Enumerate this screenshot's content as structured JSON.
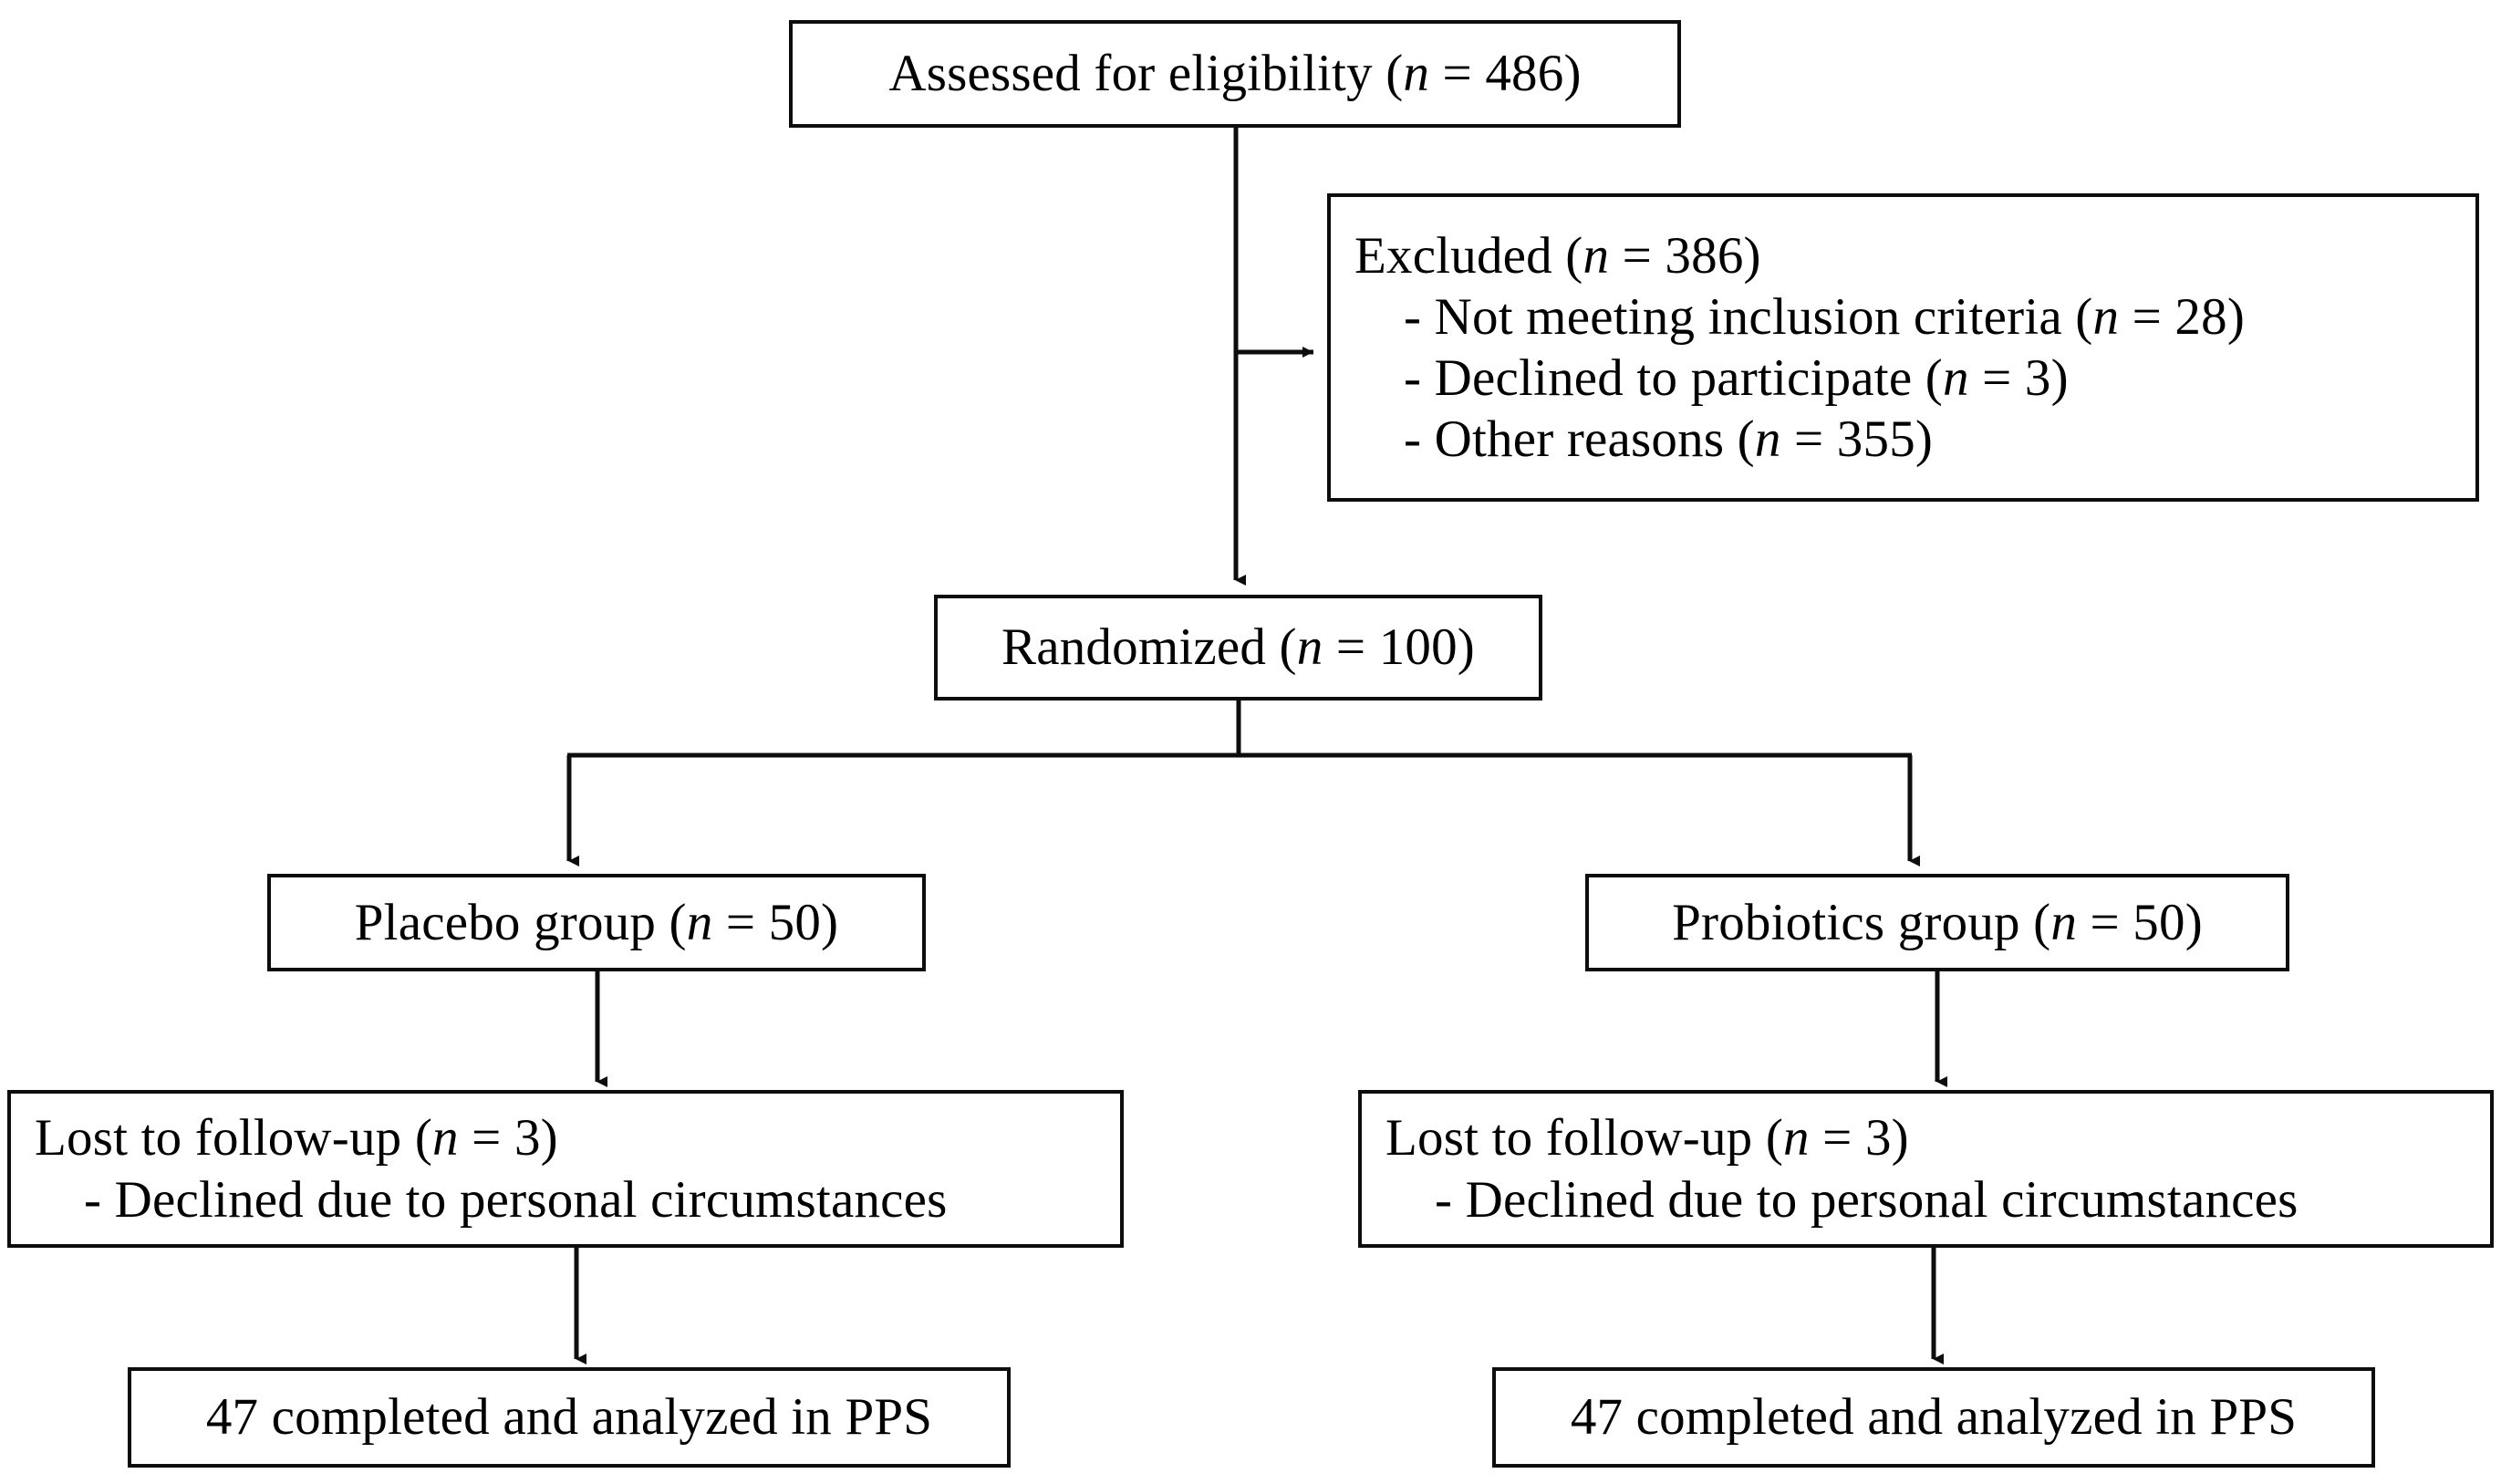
{
  "diagram": {
    "type": "consort-flow-diagram",
    "title": "CONSORT participant flow diagram",
    "colors": {
      "background": "#ffffff",
      "stroke": "#0d0d0d",
      "text": "#000000"
    },
    "nodes": {
      "assessed": {
        "id": "assessed-for-eligibility",
        "lines": [
          {
            "pre": "Assessed for eligibility (",
            "italic": "n",
            "post": " = 486)"
          }
        ],
        "plain_text": "Assessed for eligibility (n = 486)",
        "n": 486
      },
      "excluded": {
        "id": "excluded",
        "lines": [
          {
            "pre": "Excluded (",
            "italic": "n",
            "post": " = 386)",
            "indent": false
          },
          {
            "pre": "- Not meeting inclusion criteria (",
            "italic": "n",
            "post": " = 28)",
            "indent": true
          },
          {
            "pre": "- Declined to participate (",
            "italic": "n",
            "post": " = 3)",
            "indent": true
          },
          {
            "pre": "- Other reasons (",
            "italic": "n",
            "post": " = 355)",
            "indent": true
          }
        ],
        "plain_text": "Excluded (n = 386) - Not meeting inclusion criteria (n = 28) - Declined to participate (n = 3) - Other reasons (n = 355)",
        "n": 386,
        "reasons": [
          {
            "label": "Not meeting inclusion criteria",
            "n": 28
          },
          {
            "label": "Declined to participate",
            "n": 3
          },
          {
            "label": "Other reasons",
            "n": 355
          }
        ]
      },
      "randomized": {
        "id": "randomized",
        "lines": [
          {
            "pre": "Randomized (",
            "italic": "n",
            "post": " = 100)"
          }
        ],
        "plain_text": "Randomized (n = 100)",
        "n": 100
      },
      "placebo_group": {
        "id": "placebo-group",
        "lines": [
          {
            "pre": "Placebo group (",
            "italic": "n",
            "post": " = 50)"
          }
        ],
        "plain_text": "Placebo group (n = 50)",
        "n": 50
      },
      "probiotics_group": {
        "id": "probiotics-group",
        "lines": [
          {
            "pre": "Probiotics group (",
            "italic": "n",
            "post": " = 50)"
          }
        ],
        "plain_text": "Probiotics group (n = 50)",
        "n": 50
      },
      "placebo_lost": {
        "id": "placebo-lost-to-follow-up",
        "lines": [
          {
            "pre": "Lost to follow-up (",
            "italic": "n",
            "post": " = 3)",
            "indent": false
          },
          {
            "pre": "- Declined due to personal circumstances",
            "italic": "",
            "post": "",
            "indent": true
          }
        ],
        "plain_text": "Lost to follow-up (n = 3) - Declined due to personal circumstances",
        "n": 3,
        "reasons": [
          {
            "label": "Declined due to personal circumstances"
          }
        ]
      },
      "probiotics_lost": {
        "id": "probiotics-lost-to-follow-up",
        "lines": [
          {
            "pre": "Lost to follow-up (",
            "italic": "n",
            "post": " = 3)",
            "indent": false
          },
          {
            "pre": "- Declined due to personal circumstances",
            "italic": "",
            "post": "",
            "indent": true
          }
        ],
        "plain_text": "Lost to follow-up (n = 3) - Declined due to personal circumstances",
        "n": 3,
        "reasons": [
          {
            "label": "Declined due to personal circumstances"
          }
        ]
      },
      "placebo_analyzed": {
        "id": "placebo-completed-analyzed",
        "lines": [
          {
            "pre": "47 completed and analyzed in PPS",
            "italic": "",
            "post": ""
          }
        ],
        "plain_text": "47 completed and analyzed in PPS",
        "n": 47,
        "analysis_set": "PPS"
      },
      "probiotics_analyzed": {
        "id": "probiotics-completed-analyzed",
        "lines": [
          {
            "pre": "47 completed and analyzed in PPS",
            "italic": "",
            "post": ""
          }
        ],
        "plain_text": "47 completed and analyzed in PPS",
        "n": 47,
        "analysis_set": "PPS"
      }
    },
    "edges": [
      {
        "from": "assessed",
        "to": "randomized",
        "kind": "vertical-arrow"
      },
      {
        "from": "assessed-trunk",
        "to": "excluded",
        "kind": "horizontal-arrow"
      },
      {
        "from": "randomized",
        "to": "placebo_group",
        "kind": "split-arrow-left"
      },
      {
        "from": "randomized",
        "to": "probiotics_group",
        "kind": "split-arrow-right"
      },
      {
        "from": "placebo_group",
        "to": "placebo_lost",
        "kind": "vertical-arrow"
      },
      {
        "from": "probiotics_group",
        "to": "probiotics_lost",
        "kind": "vertical-arrow"
      },
      {
        "from": "placebo_lost",
        "to": "placebo_analyzed",
        "kind": "vertical-arrow"
      },
      {
        "from": "probiotics_lost",
        "to": "probiotics_analyzed",
        "kind": "vertical-arrow"
      }
    ]
  }
}
